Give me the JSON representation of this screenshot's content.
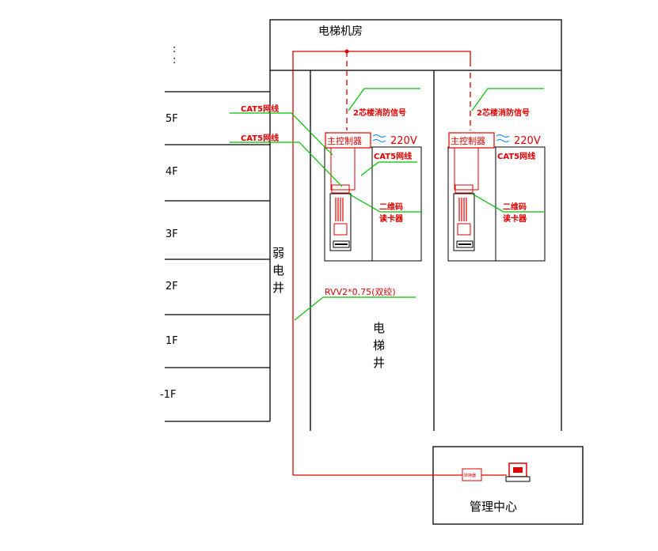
{
  "machine_room": "电梯机房",
  "weak_shaft": [
    "弱",
    "电",
    "井"
  ],
  "elevator_shaft": [
    "电",
    "梯",
    "井"
  ],
  "floors": [
    ":",
    "5F",
    "4F",
    "3F",
    "2F",
    "1F",
    "-1F"
  ],
  "management_center": "管理中心",
  "labels": {
    "cat5_1": "CAT5网线",
    "cat5_2": "CAT5网线",
    "signal": "2芯楼消防信号",
    "controller": "主控制器",
    "voltage": "220V",
    "cat5_cab": "CAT5网线",
    "reader_1": "二维码",
    "reader_2": "读卡器",
    "rvv": "RVV2*0.75(双绞)",
    "converter": "转换器"
  },
  "colors": {
    "line": "#000000",
    "cable": "#e00000",
    "network": "#00c000",
    "power": "#0080ff"
  }
}
